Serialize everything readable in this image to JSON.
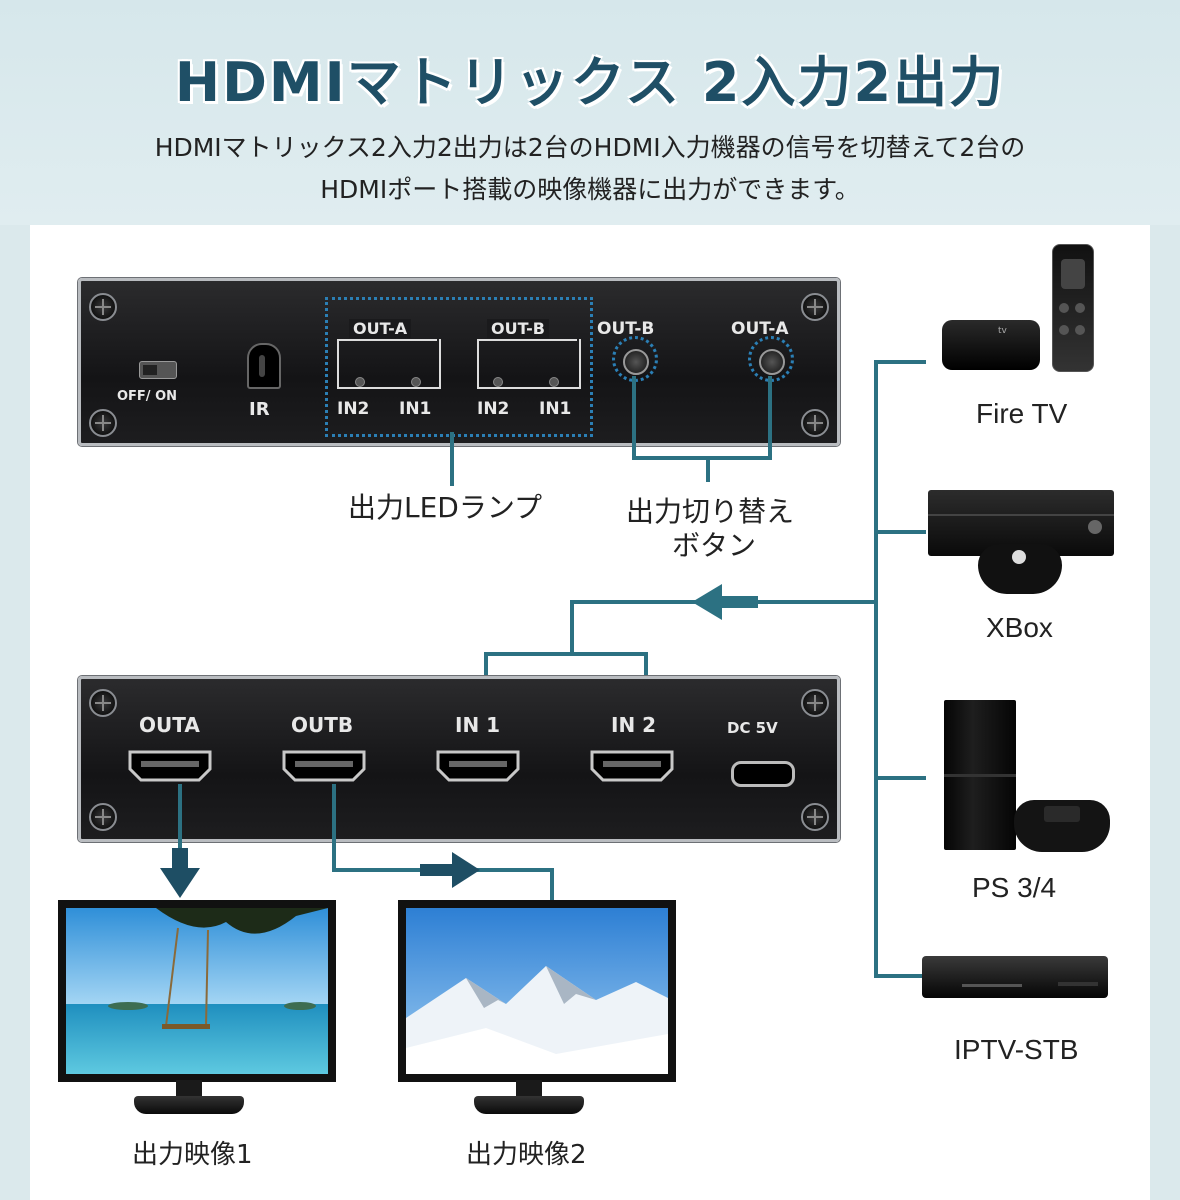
{
  "title": "HDMIマトリックス 2入力2出力",
  "subtitle_line1": "HDMIマトリックス2入力2出力は2台のHDMI入力機器の信号を切替えて2台の",
  "subtitle_line2": "HDMIポート搭載の映像機器に出力ができます。",
  "front_panel": {
    "switch_label": "OFF/ ON",
    "ir_label": "IR",
    "led_groups": [
      {
        "title": "OUT-A",
        "inputs": [
          "IN2",
          "IN1"
        ]
      },
      {
        "title": "OUT-B",
        "inputs": [
          "IN2",
          "IN1"
        ]
      }
    ],
    "buttons": [
      "OUT-B",
      "OUT-A"
    ]
  },
  "callouts": {
    "led_lamp": "出力LEDランプ",
    "switch_button_line1": "出力切り替え",
    "switch_button_line2": "ボタン"
  },
  "back_panel": {
    "ports": [
      "OUTA",
      "OUTB",
      "IN 1",
      "IN 2"
    ],
    "power_label": "DC 5V"
  },
  "sources": [
    "Fire TV",
    "XBox",
    "PS 3/4",
    "IPTV-STB"
  ],
  "outputs": [
    "出力映像1",
    "出力映像2"
  ],
  "colors": {
    "connector": "#2c7182",
    "title": "#1f4f66",
    "led_dots": "#2b7fb5"
  }
}
